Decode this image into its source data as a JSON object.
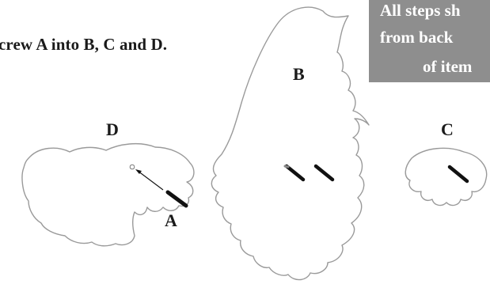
{
  "instruction": {
    "text": "crew A into B, C and D."
  },
  "note": {
    "lines": [
      "All steps sh",
      "from back",
      "of item"
    ]
  },
  "parts": {
    "A": "A",
    "B": "B",
    "C": "C",
    "D": "D"
  },
  "colors": {
    "note_background": "#8e8e8e",
    "outline": "#9a9a9a",
    "screw": "#111111"
  }
}
